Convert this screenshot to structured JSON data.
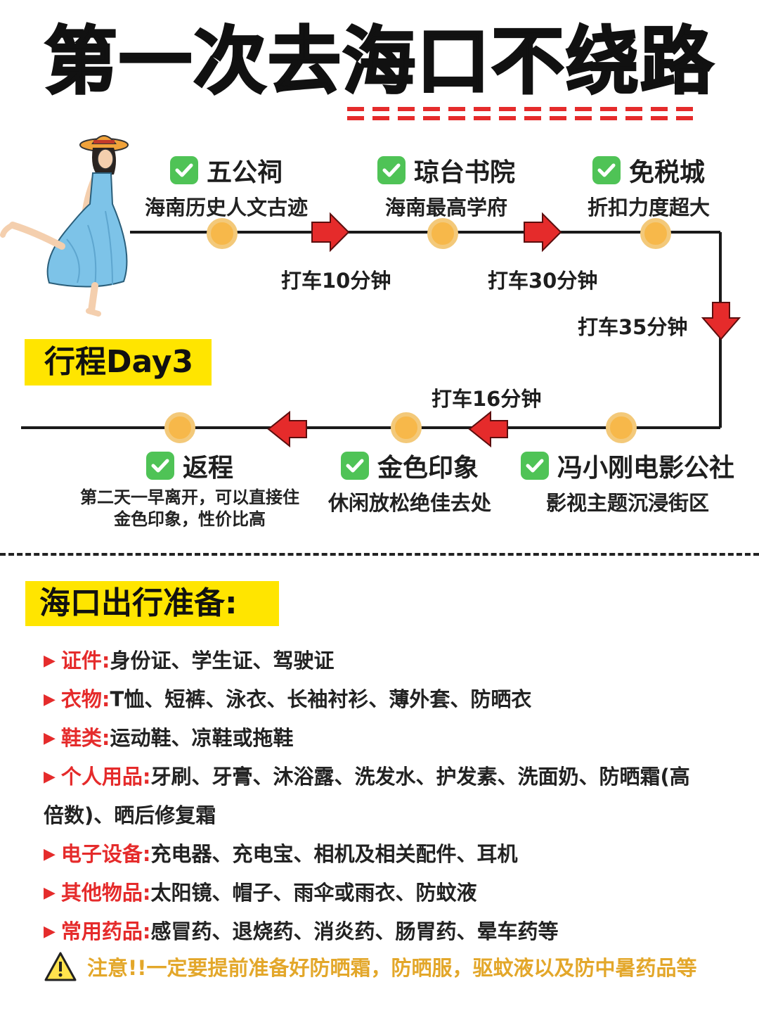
{
  "title": "第一次去海口不绕路",
  "day_label": "行程Day3",
  "top_row": [
    {
      "name": "五公祠",
      "desc": "海南历史人文古迹"
    },
    {
      "name": "琼台书院",
      "desc": "海南最高学府"
    },
    {
      "name": "免税城",
      "desc": "折扣力度超大"
    }
  ],
  "bottom_row": [
    {
      "name": "返程",
      "desc_line1": "第二天一早离开，可以直接住",
      "desc_line2": "金色印象，性价比高"
    },
    {
      "name": "金色印象",
      "desc": "休闲放松绝佳去处"
    },
    {
      "name": "冯小刚电影公社",
      "desc": "影视主题沉浸街区"
    }
  ],
  "rides": [
    "打车10分钟",
    "打车30分钟",
    "打车35分钟",
    "打车16分钟"
  ],
  "prep_title": "海口出行准备:",
  "prep_items": [
    {
      "key": "证件:",
      "value": "身份证、学生证、驾驶证"
    },
    {
      "key": "衣物:",
      "value": "T恤、短裤、泳衣、长袖衬衫、薄外套、防晒衣"
    },
    {
      "key": "鞋类:",
      "value": "运动鞋、凉鞋或拖鞋"
    },
    {
      "key": "个人用品:",
      "value": "牙刷、牙膏、沐浴露、洗发水、护发素、洗面奶、防晒霜(高",
      "value_line2": "倍数)、晒后修复霜"
    },
    {
      "key": "电子设备:",
      "value": "充电器、充电宝、相机及相关配件、耳机"
    },
    {
      "key": "其他物品:",
      "value": "太阳镜、帽子、雨伞或雨衣、防蚊液"
    },
    {
      "key": "常用药品:",
      "value": "感冒药、退烧药、消炎药、肠胃药、晕车药等"
    }
  ],
  "warning": "注意!!一定要提前准备好防晒霜，防晒服，驱蚊液以及防中暑药品等",
  "colors": {
    "accent_red": "#e52b2b",
    "highlight_yellow": "#ffe500",
    "check_green": "#4fc356",
    "node_orange": "#f7b84a",
    "warning_gold": "#e3a72a"
  }
}
